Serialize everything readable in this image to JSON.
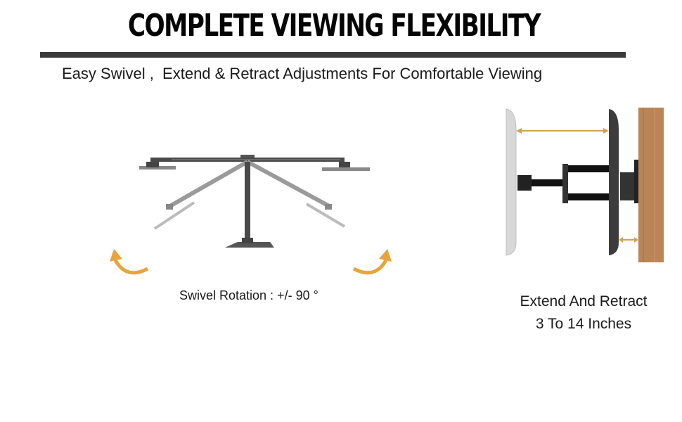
{
  "header": {
    "title": "COMPLETE VIEWING FLEXIBILITY",
    "subtitle": "Easy Swivel ,  Extend & Retract Adjustments For Comfortable Viewing"
  },
  "swivel_panel": {
    "caption": "Swivel Rotation : +/- 90 °",
    "arrow_color": "#e8a33a"
  },
  "extend_panel": {
    "caption_line1": "Extend And Retract",
    "caption_line2": "3 To 14 Inches",
    "arrow_color": "#d4a24c",
    "wall_color": "#b98557"
  },
  "colors": {
    "rule": "#3a3a3a",
    "text": "#1a1a1a"
  }
}
